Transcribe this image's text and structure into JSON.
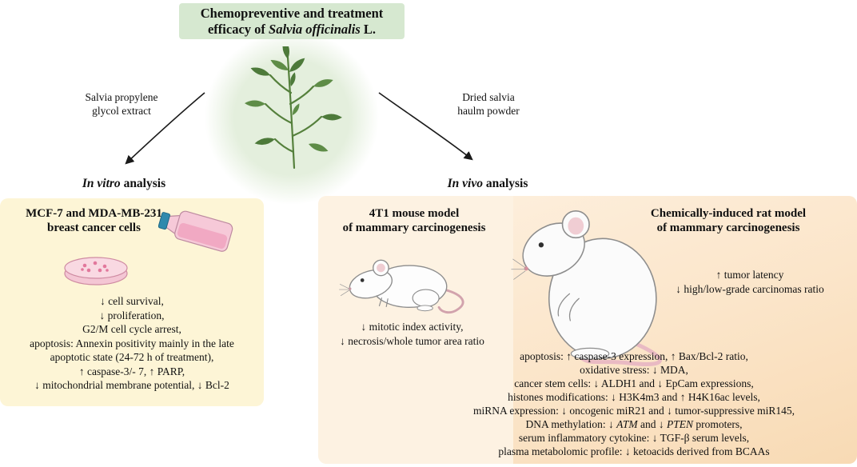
{
  "title": {
    "line1": "Chemopreventive and treatment",
    "line2_prefix": "efficacy of ",
    "line2_species": "Salvia officinalis",
    "line2_suffix": " L."
  },
  "branch_left": {
    "line1": "Salvia propylene",
    "line2": "glycol extract"
  },
  "branch_right": {
    "line1": "Dried salvia",
    "line2": "haulm powder"
  },
  "heading_invitro": {
    "italic": "In vitro",
    "rest": " analysis"
  },
  "heading_invivo": {
    "italic": "In vivo",
    "rest": " analysis"
  },
  "invitro_panel": {
    "title_line1": "MCF-7 and MDA-MB-231",
    "title_line2": "breast cancer cells",
    "lines": [
      "↓ cell survival,",
      "↓ proliferation,",
      "G2/M cell cycle arrest,",
      "apoptosis: Annexin positivity mainly in the late",
      "apoptotic state (24-72 h of treatment),",
      "↑ caspase-3/- 7, ↑ PARP,",
      "↓ mitochondrial membrane potential, ↓ Bcl-2"
    ]
  },
  "mouse_panel": {
    "title_line1": "4T1 mouse model",
    "title_line2": "of mammary carcinogenesis",
    "lines": [
      "↓ mitotic index activity,",
      "↓ necrosis/whole tumor area ratio"
    ]
  },
  "rat_panel": {
    "title_line1": "Chemically-induced rat model",
    "title_line2": "of mammary carcinogenesis",
    "side_lines": [
      "↑ tumor latency",
      "↓ high/low-grade carcinomas ratio"
    ],
    "lines_before": [
      "apoptosis: ↑ caspase-3 expression, ↑ Bax/Bcl-2 ratio,",
      "oxidative stress: ↓ MDA,",
      "cancer stem cells: ↓ ALDH1 and ↓ EpCam expressions,",
      "histones modifications: ↓ H3K4m3 and ↑ H4K16ac levels,",
      "miRNA expression: ↓ oncogenic miR21 and ↓ tumor-suppressive miR145,"
    ],
    "dna_line": {
      "seg1": "DNA methylation: ↓ ",
      "gene1": "ATM",
      "seg2": " and ↓ ",
      "gene2": "PTEN",
      "seg3": " promoters,"
    },
    "lines_after": [
      "serum inflammatory cytokine: ↓ TGF-β serum levels,",
      "plasma metabolomic profile: ↓ ketoacids derived from BCAAs"
    ]
  },
  "icons": {
    "plant": "sage-sprig-illustration",
    "petri": "petri-dish-icon",
    "flask": "culture-flask-icon",
    "mouse": "mouse-illustration",
    "rat": "rat-illustration",
    "arrows": [
      "left-branch-arrow",
      "right-branch-arrow"
    ]
  },
  "colors": {
    "title_bg": "#d6e8d0",
    "circle_green": "#e4efdd",
    "vitro_bg": "#fdf5d6",
    "vivo_left_bg": "#fdf2e2",
    "vivo_right_top": "#fdeedb",
    "vivo_right_bottom": "#f8dab4",
    "plant_green": "#4d7a3a",
    "flask_pink": "#f6c9d8",
    "cap_blue": "#2f89ad",
    "dish_pink": "#f4c6d4",
    "arrow_black": "#1a1a1a"
  }
}
